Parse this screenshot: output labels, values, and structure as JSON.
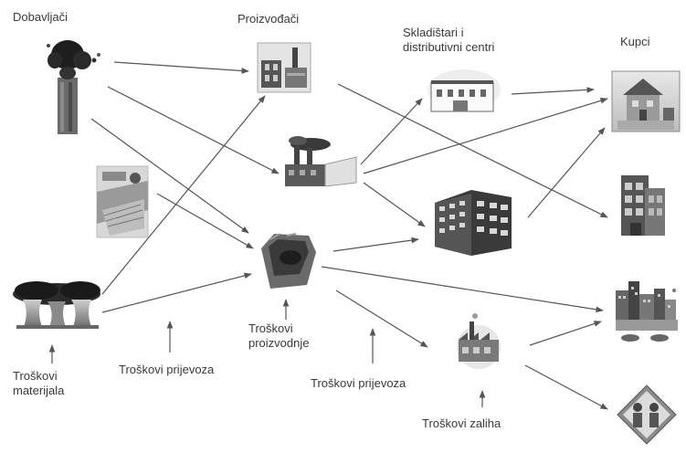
{
  "columns": {
    "suppliers": "Dobavljači",
    "producers": "Proizvođači",
    "warehouses": [
      "Skladištari i",
      "distributivni centri"
    ],
    "customers": "Kupci"
  },
  "costs": {
    "materials": [
      "Troškovi",
      "materijala"
    ],
    "transport_1": "Troškovi prijevoza",
    "production": [
      "Troškovi",
      "proizvodnje"
    ],
    "transport_2": "Troškovi prijevoza",
    "inventory": "Troškovi zaliha"
  },
  "nodes": [
    {
      "name": "supplier-tower-node",
      "icon": "industrial-tower-icon"
    },
    {
      "name": "supplier-farm-node",
      "icon": "farm-field-icon"
    },
    {
      "name": "supplier-cooling-towers-node",
      "icon": "cooling-towers-icon"
    },
    {
      "name": "producer-plant-node",
      "icon": "factory-icon"
    },
    {
      "name": "producer-factory-smoke-node",
      "icon": "smoking-factory-icon"
    },
    {
      "name": "producer-mine-node",
      "icon": "mine-pit-icon"
    },
    {
      "name": "warehouse-building-node",
      "icon": "warehouse-icon"
    },
    {
      "name": "distribution-office-node",
      "icon": "office-building-icon"
    },
    {
      "name": "distribution-small-factory-node",
      "icon": "small-factory-icon"
    },
    {
      "name": "customer-house-node",
      "icon": "house-icon"
    },
    {
      "name": "customer-building-node",
      "icon": "building-icon"
    },
    {
      "name": "customer-town-node",
      "icon": "town-icon"
    },
    {
      "name": "customer-people-node",
      "icon": "people-icon"
    }
  ]
}
